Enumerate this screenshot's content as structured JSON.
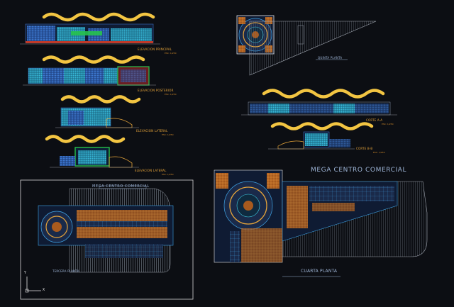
{
  "drawing": {
    "background": "#0c0e13",
    "accent_yellow": "#f3c542",
    "accent_cyan": "#3fd0e6",
    "accent_orange": "#e7a53a",
    "accent_green": "#27c24c",
    "accent_blue": "#2f6fd8"
  },
  "elevations": {
    "principal": {
      "label": "ELEVACION PRINCIPAL",
      "scale": "ESC: 1/250"
    },
    "posterior": {
      "label": "ELEVACION POSTERIOR",
      "scale": "ESC: 1/250"
    },
    "lateral_1": {
      "label": "ELEVACION LATERAL",
      "scale": "ESC: 1/250"
    },
    "lateral_2": {
      "label": "ELEVACION LATERAL",
      "scale": "ESC: 1/250"
    }
  },
  "plans": {
    "quinta": {
      "label": "QUINTA PLANTA"
    },
    "tercera": {
      "label": "TERCERA PLANTA",
      "title": "MEGA CENTRO COMERCIAL"
    },
    "cuarta": {
      "label": "CUARTA PLANTA",
      "title": "MEGA CENTRO COMERCIAL"
    }
  },
  "sections": {
    "a_a": {
      "label": "CORTE A-A",
      "scale": "ESC: 1/250"
    },
    "b_b": {
      "label": "CORTE B-B",
      "scale": "ESC: 1/250"
    }
  },
  "ucs": {
    "x": "X",
    "y": "Y"
  }
}
